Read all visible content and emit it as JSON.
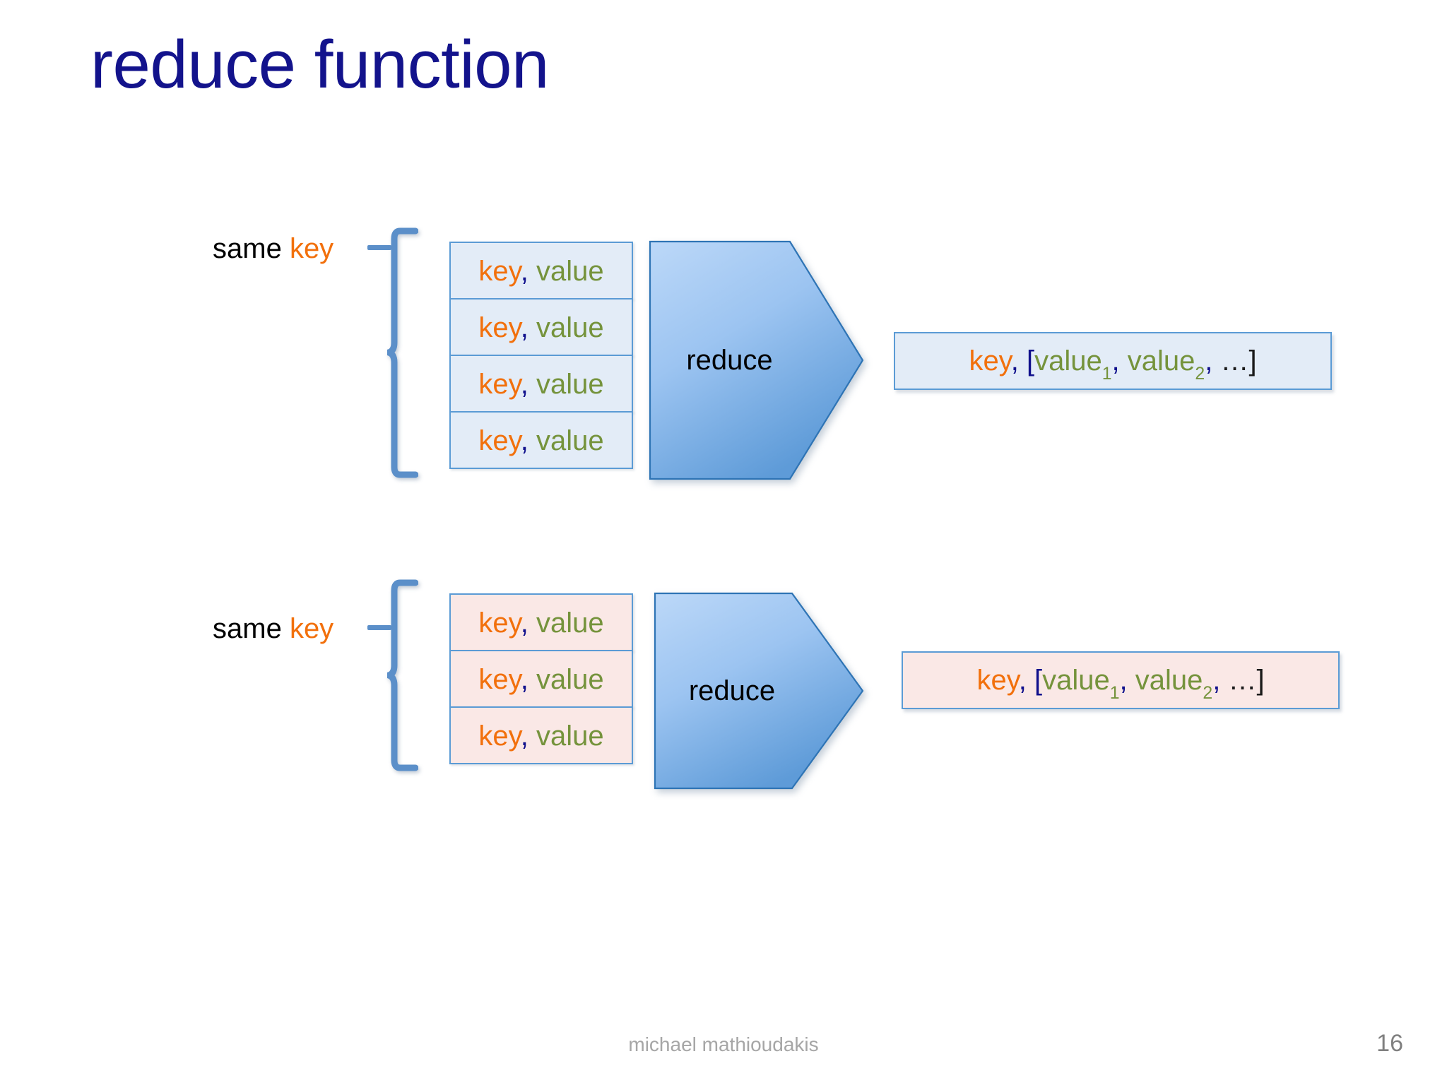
{
  "slide": {
    "title": "reduce function",
    "title_color": "#13138c",
    "background": "#ffffff"
  },
  "colors": {
    "key": "#f2700c",
    "value": "#75933c",
    "punct": "#10108c",
    "box_border": "#5b9bd5",
    "box_fill_blue": "#e3ecf7",
    "box_fill_pink": "#fae8e6",
    "arrow_fill_light": "#aed0f5",
    "arrow_fill_dark": "#5b9bd5",
    "brace": "#5b8fc9",
    "footer": "#a6a6a6"
  },
  "tokens": {
    "key": "key",
    "comma": ",",
    "value": "value",
    "bracket_open": "[",
    "bracket_close": "]",
    "ellipsis": "…",
    "sub1": "1",
    "sub2": "2"
  },
  "groups": [
    {
      "id": "group-1",
      "label_prefix": "same ",
      "label_key": "key",
      "fill": "blue",
      "arrow_label": "reduce",
      "inputs": [
        {
          "key": "key",
          "comma": ",",
          "value": "value"
        },
        {
          "key": "key",
          "comma": ",",
          "value": "value"
        },
        {
          "key": "key",
          "comma": ",",
          "value": "value"
        },
        {
          "key": "key",
          "comma": ",",
          "value": "value"
        }
      ],
      "output": {
        "key": "key",
        "comma": ",",
        "bracket_open": "[",
        "value1": "value",
        "sub1": "1",
        "sep1": ",",
        "value2": "value",
        "sub2": "2",
        "sep2": ",",
        "ellipsis": "…",
        "bracket_close": "]"
      }
    },
    {
      "id": "group-2",
      "label_prefix": "same ",
      "label_key": "key",
      "fill": "pink",
      "arrow_label": "reduce",
      "inputs": [
        {
          "key": "key",
          "comma": ",",
          "value": "value"
        },
        {
          "key": "key",
          "comma": ",",
          "value": "value"
        },
        {
          "key": "key",
          "comma": ",",
          "value": "value"
        }
      ],
      "output": {
        "key": "key",
        "comma": ",",
        "bracket_open": "[",
        "value1": "value",
        "sub1": "1",
        "sep1": ",",
        "value2": "value",
        "sub2": "2",
        "sep2": ",",
        "ellipsis": "…",
        "bracket_close": "]"
      }
    }
  ],
  "footer": {
    "author": "michael mathioudakis",
    "page_number": "16"
  }
}
